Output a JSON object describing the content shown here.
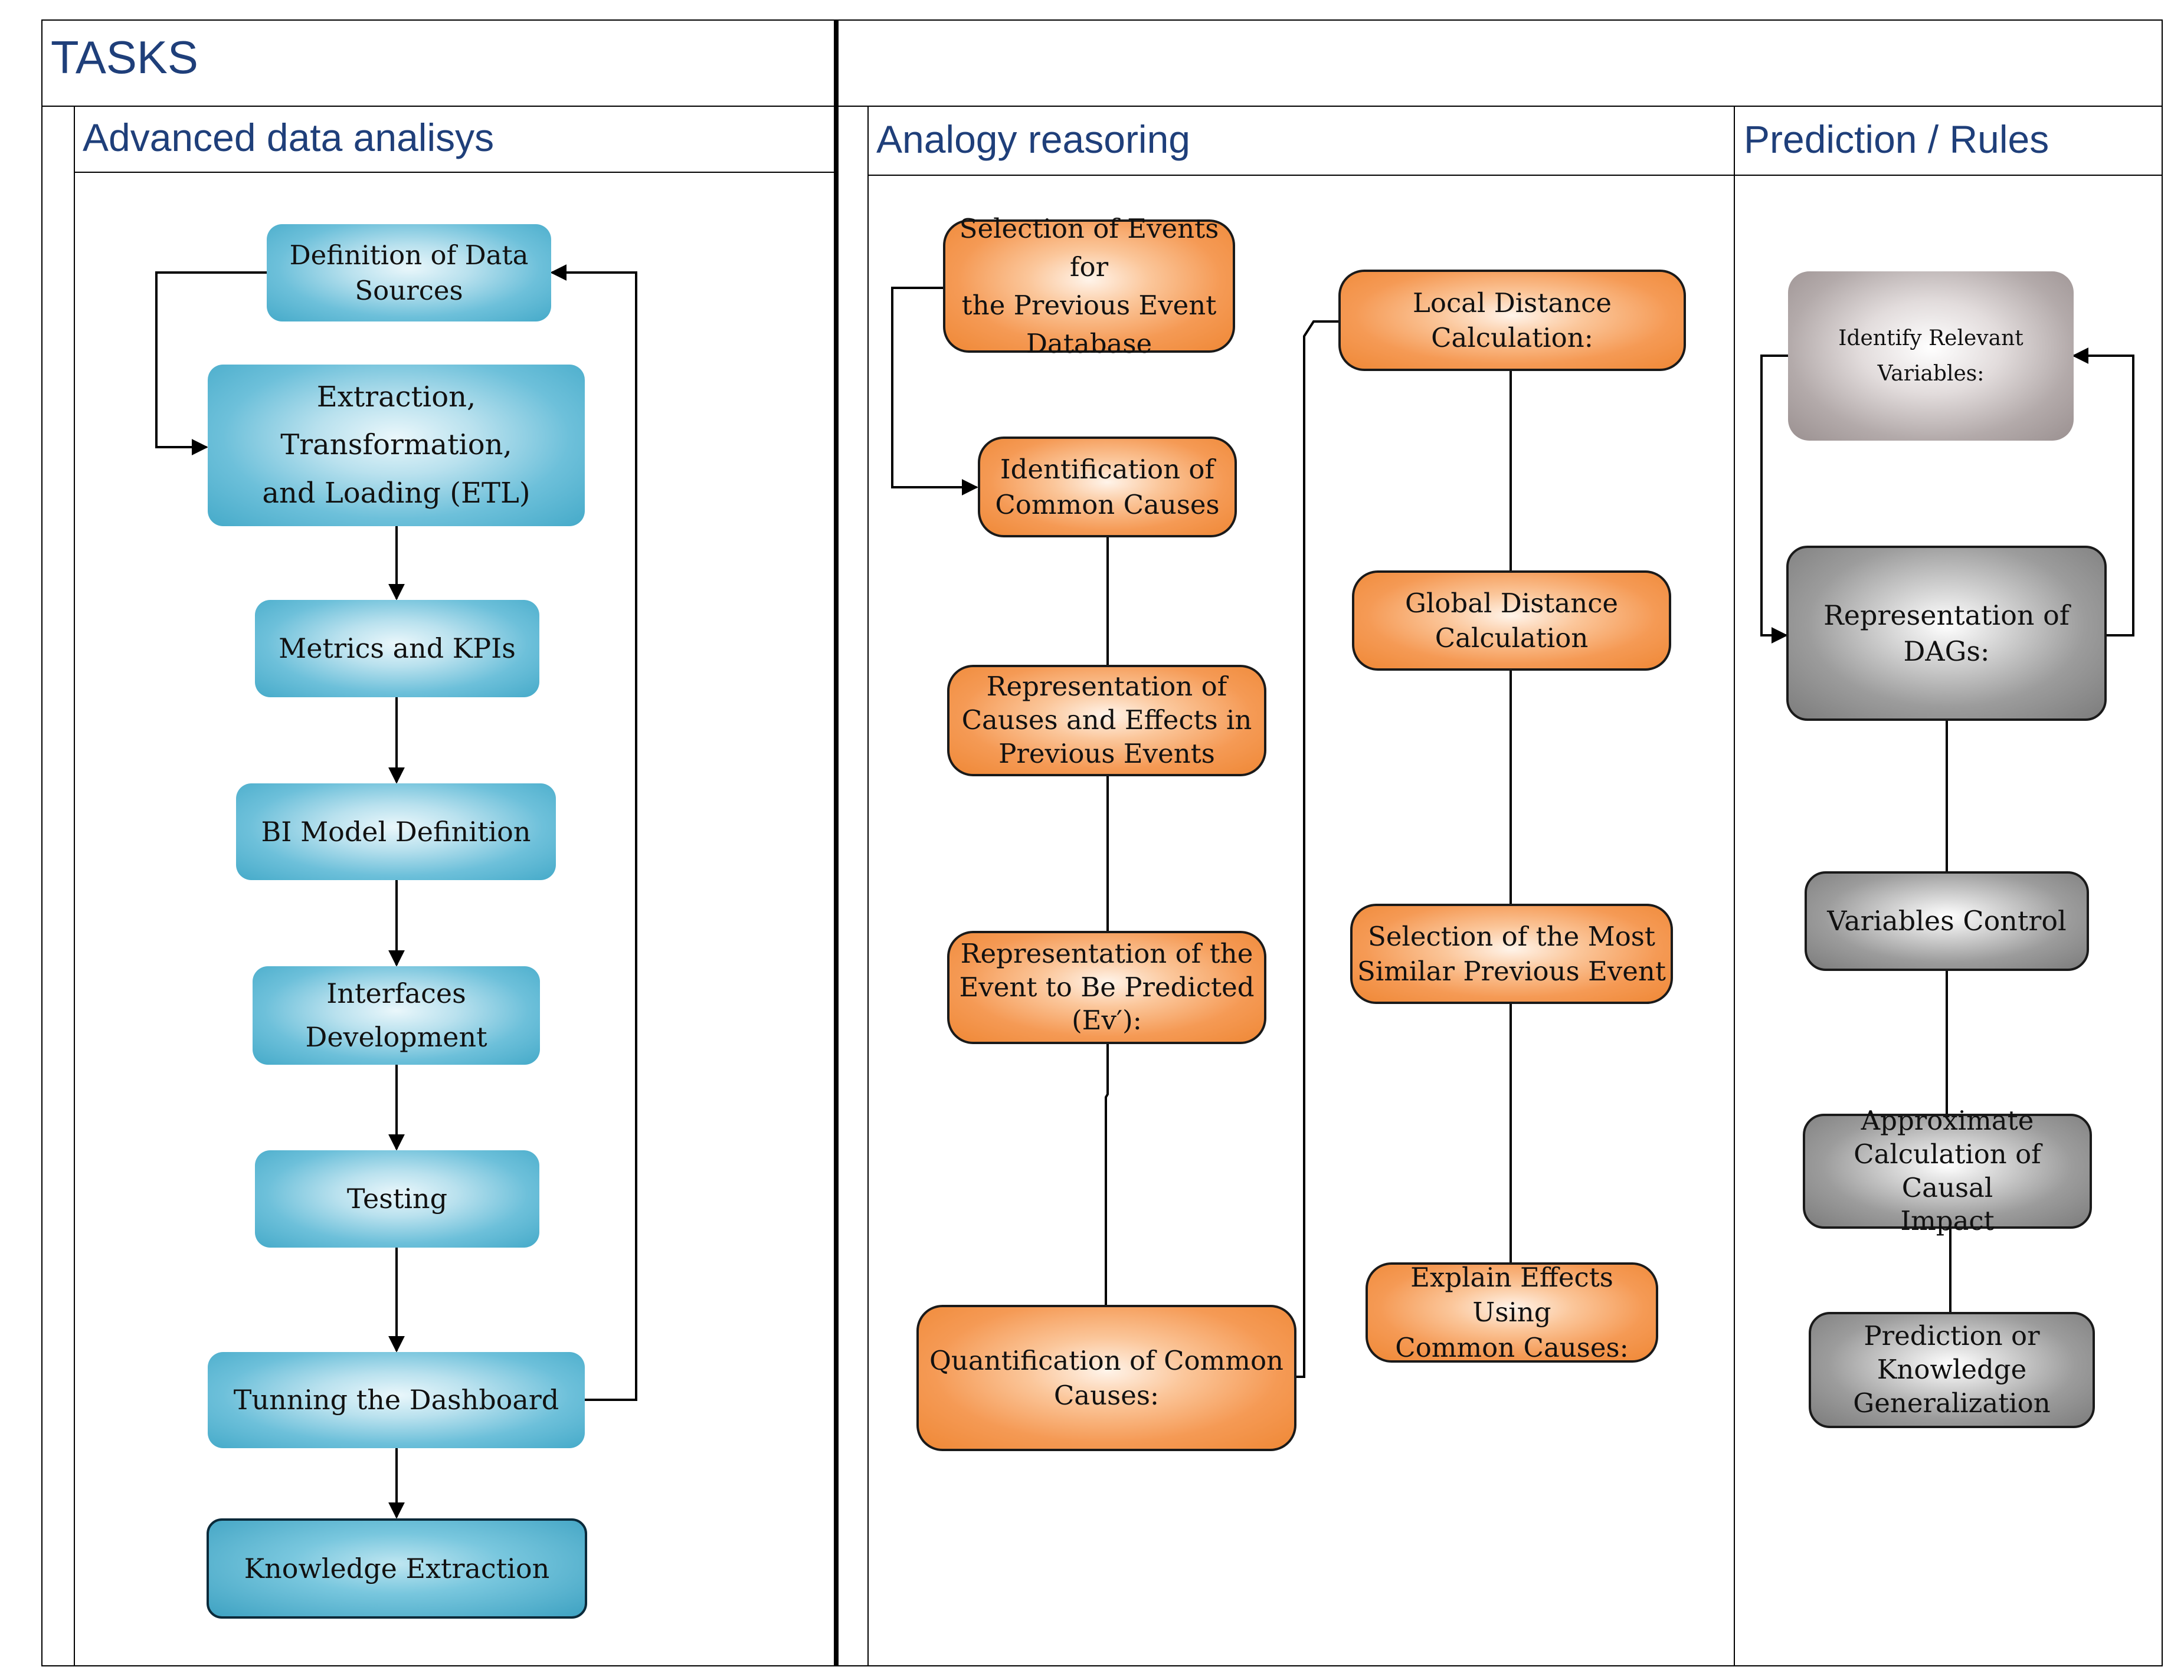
{
  "headers": {
    "tasks": "TASKS",
    "lane1": "Advanced data analisys",
    "lane2": "Analogy reasoring",
    "lane3": "Prediction / Rules"
  },
  "lane1": {
    "n1": [
      "Definition of Data",
      "Sources"
    ],
    "n2": [
      "Extraction, Transformation,",
      "and Loading (ETL)"
    ],
    "n3": [
      "Metrics and KPIs"
    ],
    "n4": [
      "BI Model Definition"
    ],
    "n5": [
      "Interfaces",
      "Development"
    ],
    "n6": [
      "Testing"
    ],
    "n7": [
      "Tunning the Dashboard"
    ],
    "n8": [
      "Knowledge Extraction"
    ]
  },
  "lane2": {
    "a1": [
      "Selection of Events for",
      "the Previous Event",
      "Database"
    ],
    "a2": [
      "Identification of",
      "Common Causes"
    ],
    "a3": [
      "Representation of",
      "Causes and Effects in",
      "Previous Events"
    ],
    "a4": [
      "Representation of the",
      "Event to Be Predicted",
      "(Ev′):"
    ],
    "a5": [
      "Quantification of Common",
      "Causes:"
    ],
    "b1": [
      "Local Distance Calculation:"
    ],
    "b2": [
      "Global Distance",
      "Calculation"
    ],
    "b3": [
      "Selection of the Most",
      "Similar Previous Event"
    ],
    "b4": [
      "Explain Effects Using",
      "Common Causes:"
    ]
  },
  "lane3": {
    "p1": [
      "Identify Relevant",
      "Variables:"
    ],
    "p2": [
      "Representation of DAGs:"
    ],
    "p3": [
      "Variables Control"
    ],
    "p4": [
      "Approximate",
      "Calculation of Causal",
      "Impact"
    ],
    "p5": [
      "Prediction or",
      "Knowledge",
      "Generalization"
    ]
  }
}
